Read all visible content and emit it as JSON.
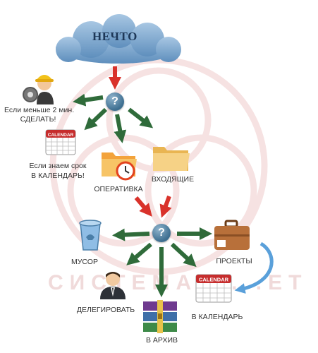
{
  "watermark": "СИСТЕМА С...ЕТ",
  "cloud": {
    "title": "НЕЧТО"
  },
  "question_mark": "?",
  "labels": {
    "small_task_line1": "Если меньше 2 мин.",
    "small_task_line2": "СДЕЛАТЬ!",
    "calendar_line1": "Если знаем срок",
    "calendar_line2": "В КАЛЕНДАРЬ!",
    "operative": "ОПЕРАТИВКА",
    "inbox": "ВХОДЯЩИЕ",
    "trash": "МУСОР",
    "projects": "ПРОЕКТЫ",
    "delegate": "ДЕЛЕГИРОВАТЬ",
    "to_calendar": "В КАЛЕНДАРЬ",
    "to_archive": "В АРХИВ"
  },
  "icons": {
    "calendar_header": "CALENDAR",
    "worker": "worker-gear-icon",
    "calendar": "calendar-icon",
    "folder_clock": "folder-clock-icon",
    "folder": "folder-icon",
    "trash_bin": "trash-bin-icon",
    "briefcase": "briefcase-icon",
    "person": "businessman-icon",
    "archive": "archive-books-icon"
  },
  "colors": {
    "green_arrow": "#2f6b3a",
    "red_arrow": "#d9322b",
    "cloud": "#7fa9cf",
    "cycle_arrow": "#5aa0da"
  }
}
